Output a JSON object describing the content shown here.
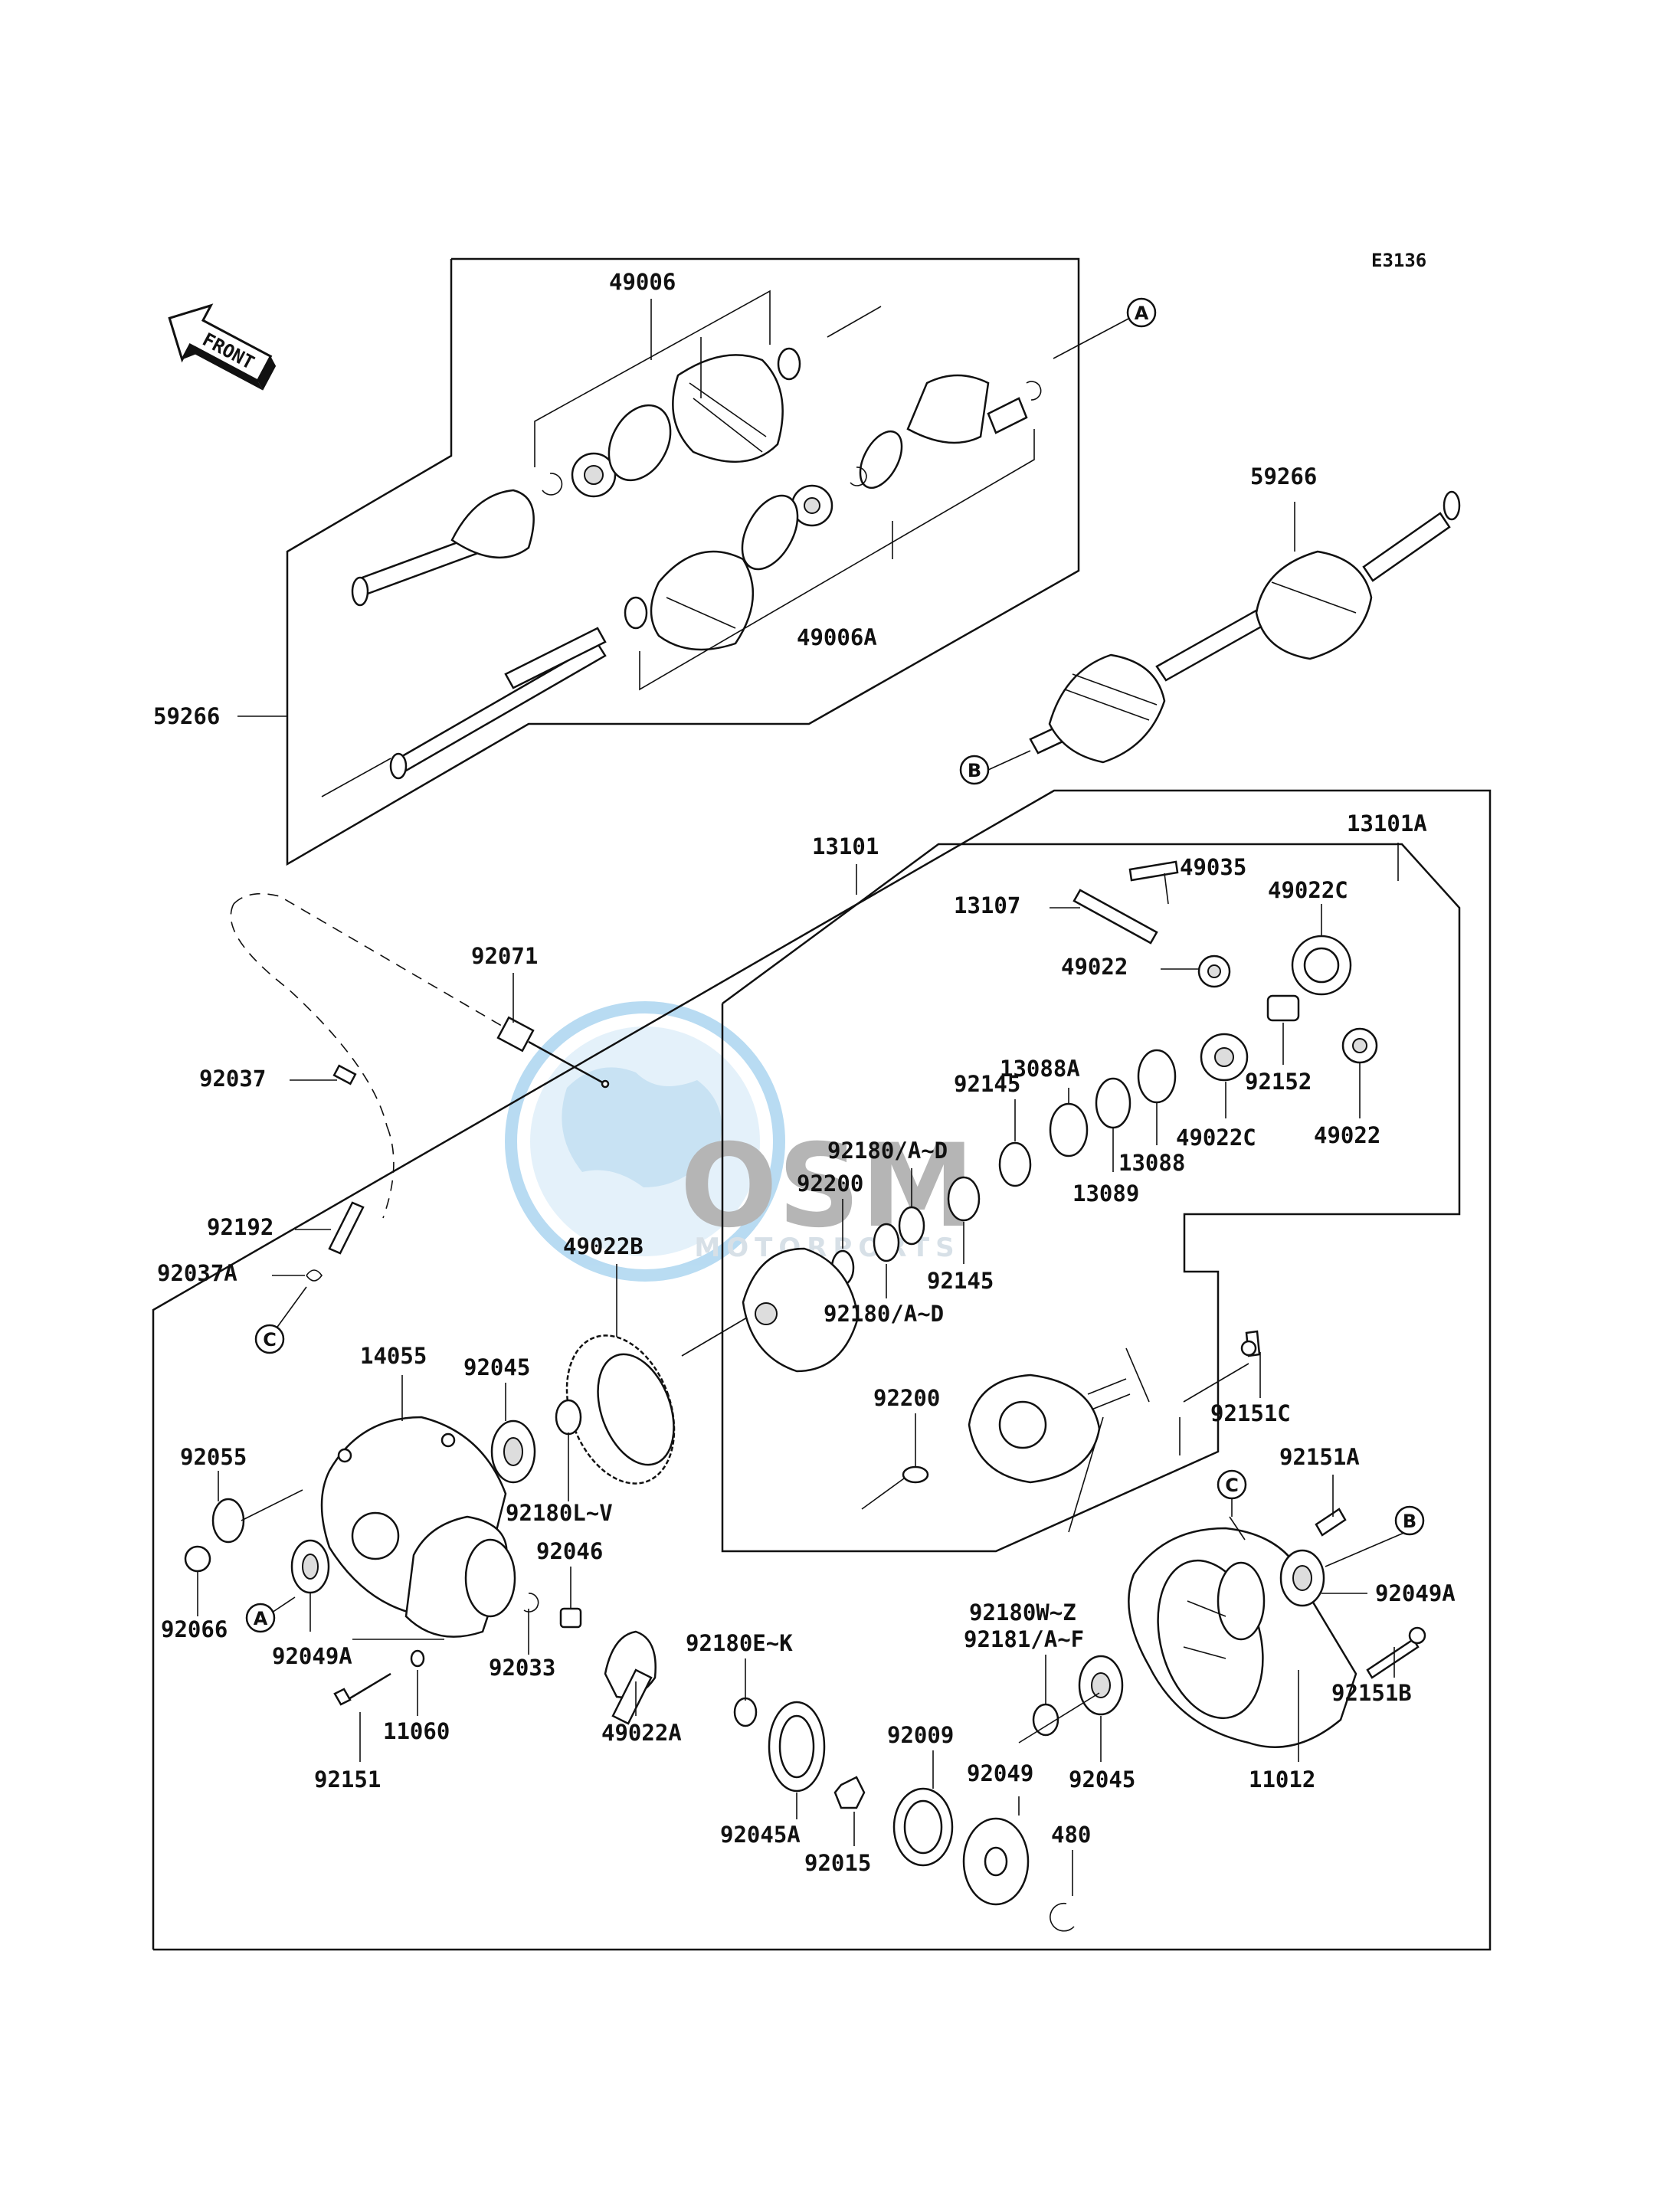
{
  "diagram_code": "E3136",
  "orientation_arrow": "FRONT",
  "watermark": {
    "brand": "OSM",
    "tagline": "MOTORPORTS"
  },
  "callout_letters": [
    "A",
    "B",
    "C"
  ],
  "part_numbers": {
    "p49006": "49006",
    "p49006A": "49006A",
    "p59266_left": "59266",
    "p59266_right": "59266",
    "p13101": "13101",
    "p13101A": "13101A",
    "p49035": "49035",
    "p13107": "13107",
    "p49022C_top": "49022C",
    "p49022_top": "49022",
    "p92071": "92071",
    "p13088A": "13088A",
    "p92145_top": "92145",
    "p92152": "92152",
    "p49022C_mid": "49022C",
    "p49022_right": "49022",
    "p92037": "92037",
    "p92180AD_top": "92180/A~D",
    "p13088": "13088",
    "p13089": "13089",
    "p92200_top": "92200",
    "p92192": "92192",
    "p49022B": "49022B",
    "p92145_mid": "92145",
    "p92037A": "92037A",
    "p92180AD_mid": "92180/A~D",
    "p14055": "14055",
    "p92045_top": "92045",
    "p92200_mid": "92200",
    "p92151C": "92151C",
    "p92055": "92055",
    "p92151A": "92151A",
    "p92180LV": "92180L~V",
    "p92046": "92046",
    "p92049A_right": "92049A",
    "p92066": "92066",
    "p92049A_left": "92049A",
    "p92033": "92033",
    "p92180WZ": "92180W~Z",
    "p92181AF": "92181/A~F",
    "p92180EK": "92180E~K",
    "p92151B": "92151B",
    "p11060": "11060",
    "p49022A": "49022A",
    "p92009": "92009",
    "p92049": "92049",
    "p92045_bot": "92045",
    "p92151": "92151",
    "p11012": "11012",
    "p480": "480",
    "p92045A": "92045A",
    "p92015": "92015"
  }
}
